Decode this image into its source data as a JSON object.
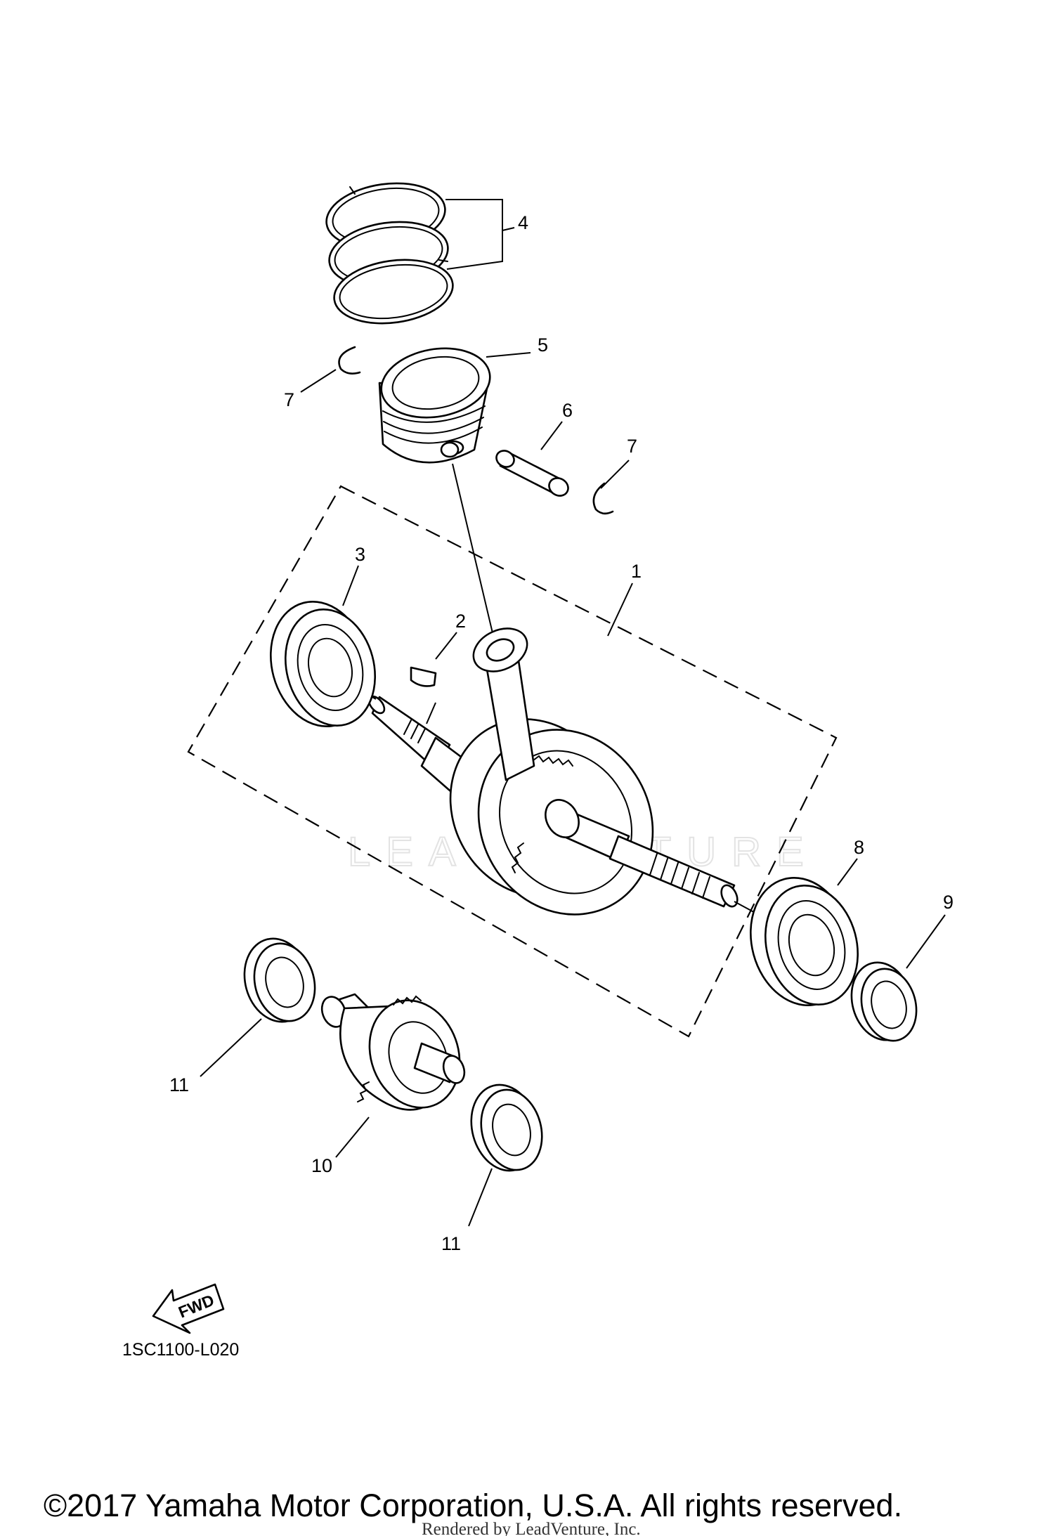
{
  "diagram": {
    "callouts": [
      {
        "id": "4",
        "label": "4"
      },
      {
        "id": "5",
        "label": "5"
      },
      {
        "id": "7a",
        "label": "7"
      },
      {
        "id": "6",
        "label": "6"
      },
      {
        "id": "7b",
        "label": "7"
      },
      {
        "id": "3",
        "label": "3"
      },
      {
        "id": "2",
        "label": "2"
      },
      {
        "id": "1",
        "label": "1"
      },
      {
        "id": "8",
        "label": "8"
      },
      {
        "id": "9",
        "label": "9"
      },
      {
        "id": "11a",
        "label": "11"
      },
      {
        "id": "10",
        "label": "10"
      },
      {
        "id": "11b",
        "label": "11"
      }
    ],
    "fwd_label": "FWD",
    "diagram_code": "1SC1100-L020",
    "watermark": "LEADVENTURE"
  },
  "footer": {
    "copyright": "©2017 Yamaha Motor Corporation, U.S.A. All rights reserved.",
    "rendered_by": "Rendered by LeadVenture, Inc."
  },
  "colors": {
    "line": "#000000",
    "background": "#ffffff",
    "watermark": "#e3e3e3"
  }
}
